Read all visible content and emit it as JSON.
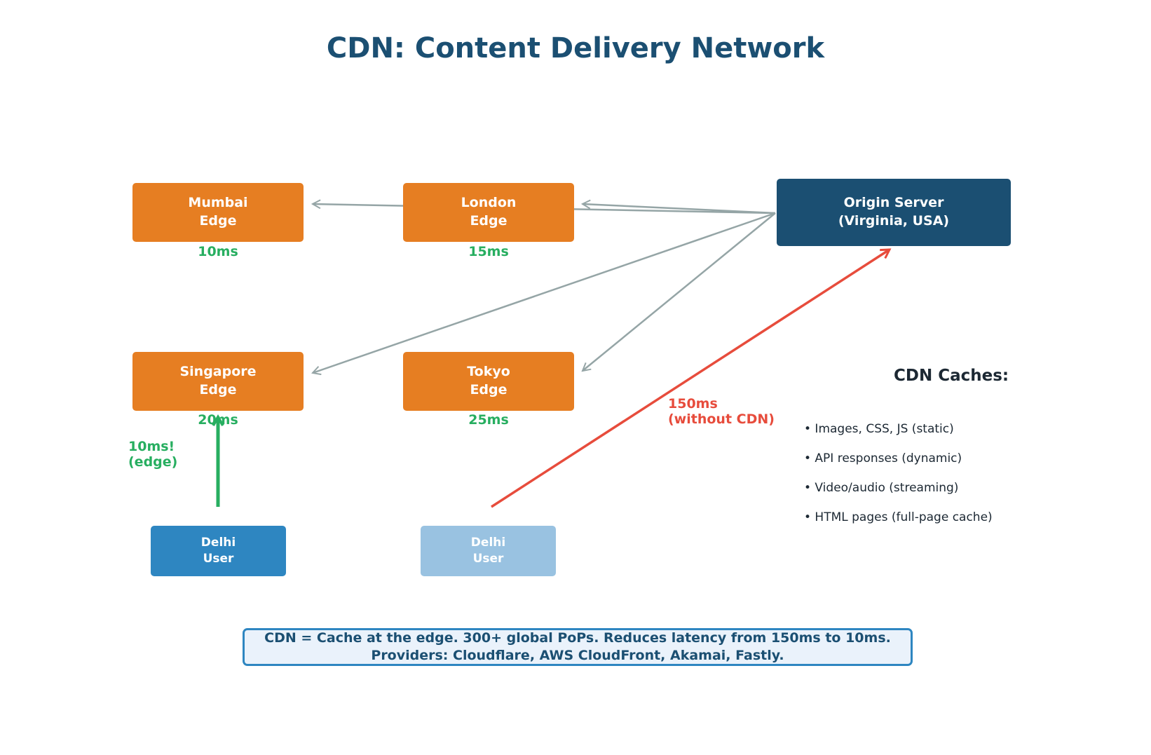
{
  "title": "CDN: Content Delivery Network",
  "edges": [
    {
      "line1": "Mumbai",
      "line2": "Edge",
      "latency": "10ms"
    },
    {
      "line1": "London",
      "line2": "Edge",
      "latency": "15ms"
    },
    {
      "line1": "Singapore",
      "line2": "Edge",
      "latency": "20ms"
    },
    {
      "line1": "Tokyo",
      "line2": "Edge",
      "latency": "25ms"
    }
  ],
  "origin": {
    "line1": "Origin Server",
    "line2": "(Virginia, USA)"
  },
  "users": [
    {
      "line1": "Delhi",
      "line2": "User"
    },
    {
      "line1": "Delhi",
      "line2": "User"
    }
  ],
  "edge_path_label": {
    "line1": "10ms!",
    "line2": "(edge)"
  },
  "direct_path_label": {
    "line1": "150ms",
    "line2": "(without CDN)"
  },
  "caches": {
    "title": "CDN Caches:",
    "items": [
      "• Images, CSS, JS (static)",
      "• API responses (dynamic)",
      "• Video/audio (streaming)",
      "• HTML pages (full-page cache)"
    ]
  },
  "footer": {
    "line1": "CDN = Cache at the edge. 300+ global PoPs. Reduces latency from 150ms to 10ms.",
    "line2": "Providers: Cloudflare, AWS CloudFront, Akamai, Fastly."
  },
  "colors": {
    "edge": "#e67e22",
    "origin": "#1b4f72",
    "user": "#2e86c1",
    "user_faded": "#99c2e1",
    "fast": "#27ae60",
    "slow": "#e74c3c",
    "distribution": "#95a5a6"
  }
}
